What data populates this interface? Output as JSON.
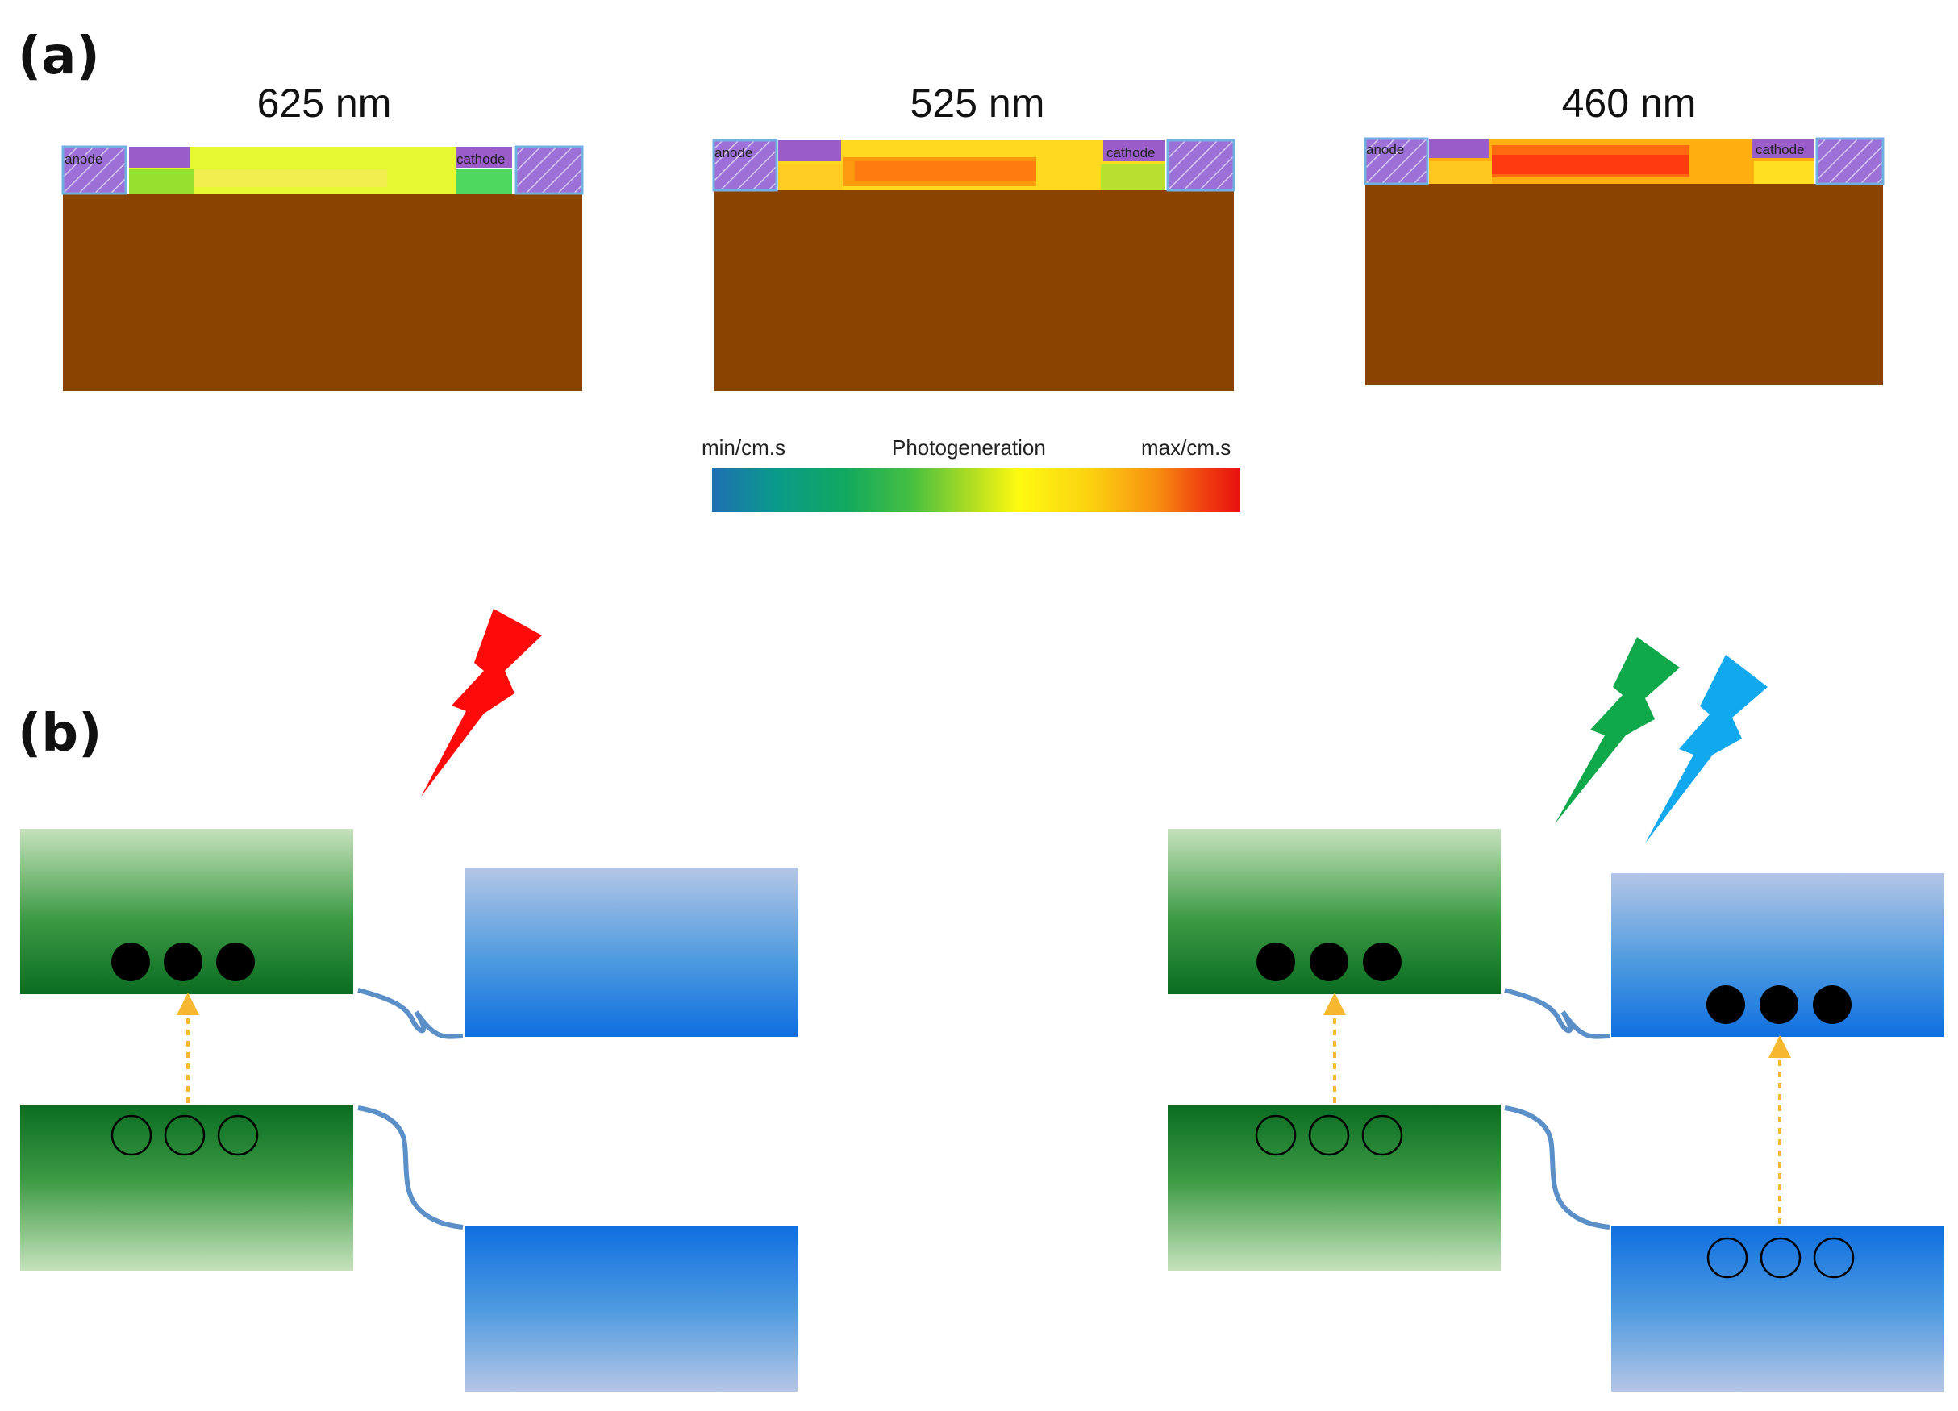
{
  "panel_a": {
    "label": "(a)",
    "devices": [
      {
        "wavelength": "625 nm",
        "anode_label": "anode",
        "cathode_label": "cathode"
      },
      {
        "wavelength": "525 nm",
        "anode_label": "anode",
        "cathode_label": "cathode"
      },
      {
        "wavelength": "460 nm",
        "anode_label": "anode",
        "cathode_label": "cathode"
      }
    ],
    "colorbar": {
      "min_label": "min/cm.s",
      "title": "Photogeneration",
      "max_label": "max/cm.s"
    }
  },
  "panel_b": {
    "label": "(b)"
  },
  "colors": {
    "substrate": "#8b4300",
    "contact_purple": "#9a5cc8",
    "lightning_red": "#ff0a0a",
    "lightning_green": "#0fa84a",
    "lightning_blue": "#12a8ee",
    "arrow_orange": "#f5b830",
    "interface_line": "#5b8fc8"
  }
}
